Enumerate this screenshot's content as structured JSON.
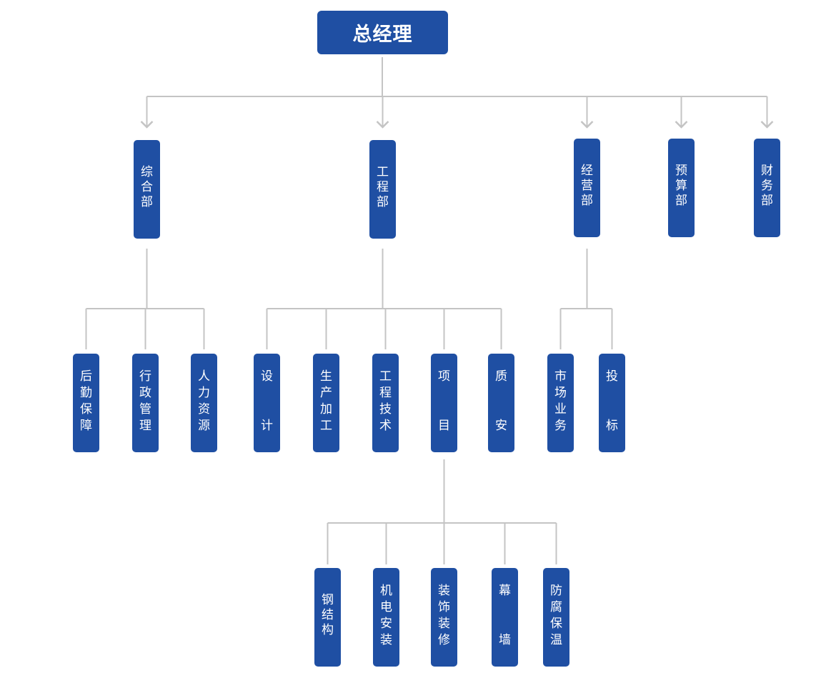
{
  "colors": {
    "box": "#1f4fa3",
    "text": "#ffffff",
    "line": "#c4c4c4"
  },
  "root": {
    "label": "总经理"
  },
  "departments": [
    {
      "id": "zonghe",
      "label": "综合部"
    },
    {
      "id": "gongcheng",
      "label": "工程部"
    },
    {
      "id": "jingying",
      "label": "经营部"
    },
    {
      "id": "yusuan",
      "label": "预算部"
    },
    {
      "id": "caiwu",
      "label": "财务部"
    }
  ],
  "sub_units": [
    {
      "id": "houqin",
      "label": "后勤保障",
      "parent": "zonghe"
    },
    {
      "id": "xingzheng",
      "label": "行政管理",
      "parent": "zonghe"
    },
    {
      "id": "renli",
      "label": "人力资源",
      "parent": "zonghe"
    },
    {
      "id": "sheji",
      "label": "设计",
      "parent": "gongcheng"
    },
    {
      "id": "shengchan",
      "label": "生产加工",
      "parent": "gongcheng"
    },
    {
      "id": "jishu",
      "label": "工程技术",
      "parent": "gongcheng"
    },
    {
      "id": "xiangmu",
      "label": "项目",
      "parent": "gongcheng"
    },
    {
      "id": "zhian",
      "label": "质安",
      "parent": "gongcheng"
    },
    {
      "id": "shichang",
      "label": "市场业务",
      "parent": "jingying"
    },
    {
      "id": "toubiao",
      "label": "投标",
      "parent": "jingying"
    }
  ],
  "project_units": [
    {
      "id": "gangjiegou",
      "label": "钢结构",
      "parent": "xiangmu"
    },
    {
      "id": "jidian",
      "label": "机电安装",
      "parent": "xiangmu"
    },
    {
      "id": "zhuangshi",
      "label": "装饰装修",
      "parent": "xiangmu"
    },
    {
      "id": "muqiang",
      "label": "幕墙",
      "parent": "xiangmu"
    },
    {
      "id": "fangfu",
      "label": "防腐保温",
      "parent": "xiangmu"
    }
  ]
}
